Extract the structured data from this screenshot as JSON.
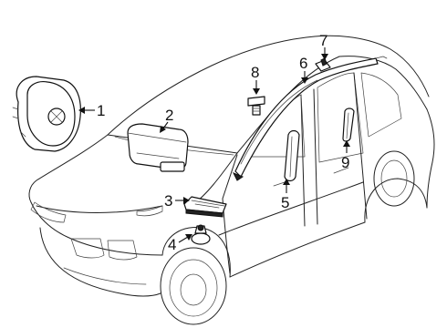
{
  "callouts": [
    {
      "id": "1",
      "label": "1",
      "part": "driver-airbag-module"
    },
    {
      "id": "2",
      "label": "2",
      "part": "passenger-airbag-module"
    },
    {
      "id": "3",
      "label": "3",
      "part": "airbag-control-module"
    },
    {
      "id": "4",
      "label": "4",
      "part": "impact-sensor"
    },
    {
      "id": "5",
      "label": "5",
      "part": "side-airbag"
    },
    {
      "id": "6",
      "label": "6",
      "part": "curtain-airbag"
    },
    {
      "id": "7",
      "label": "7",
      "part": "curtain-airbag-bracket"
    },
    {
      "id": "8",
      "label": "8",
      "part": "mounting-bolt"
    },
    {
      "id": "9",
      "label": "9",
      "part": "rear-side-airbag"
    }
  ]
}
